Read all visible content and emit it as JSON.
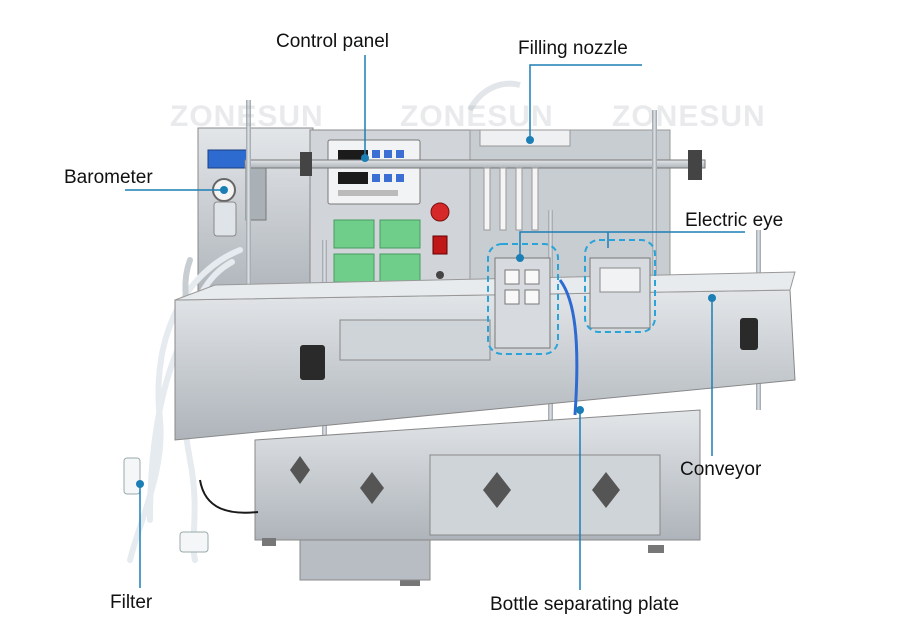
{
  "watermark": "ZONESUN",
  "colors": {
    "leader_line": "#1b7fb5",
    "dot": "#1b7fb5",
    "steel_light": "#d9dde1",
    "steel_mid": "#b9bfc5",
    "steel_dark": "#8f969d",
    "panel_green": "#6fcf8a"
  },
  "callouts": {
    "control_panel": "Control panel",
    "filling_nozzle": "Filling nozzle",
    "barometer": "Barometer",
    "electric_eye": "Electric eye",
    "conveyor": "Conveyor",
    "filter": "Filter",
    "bottle_separating_plate": "Bottle separating plate"
  }
}
